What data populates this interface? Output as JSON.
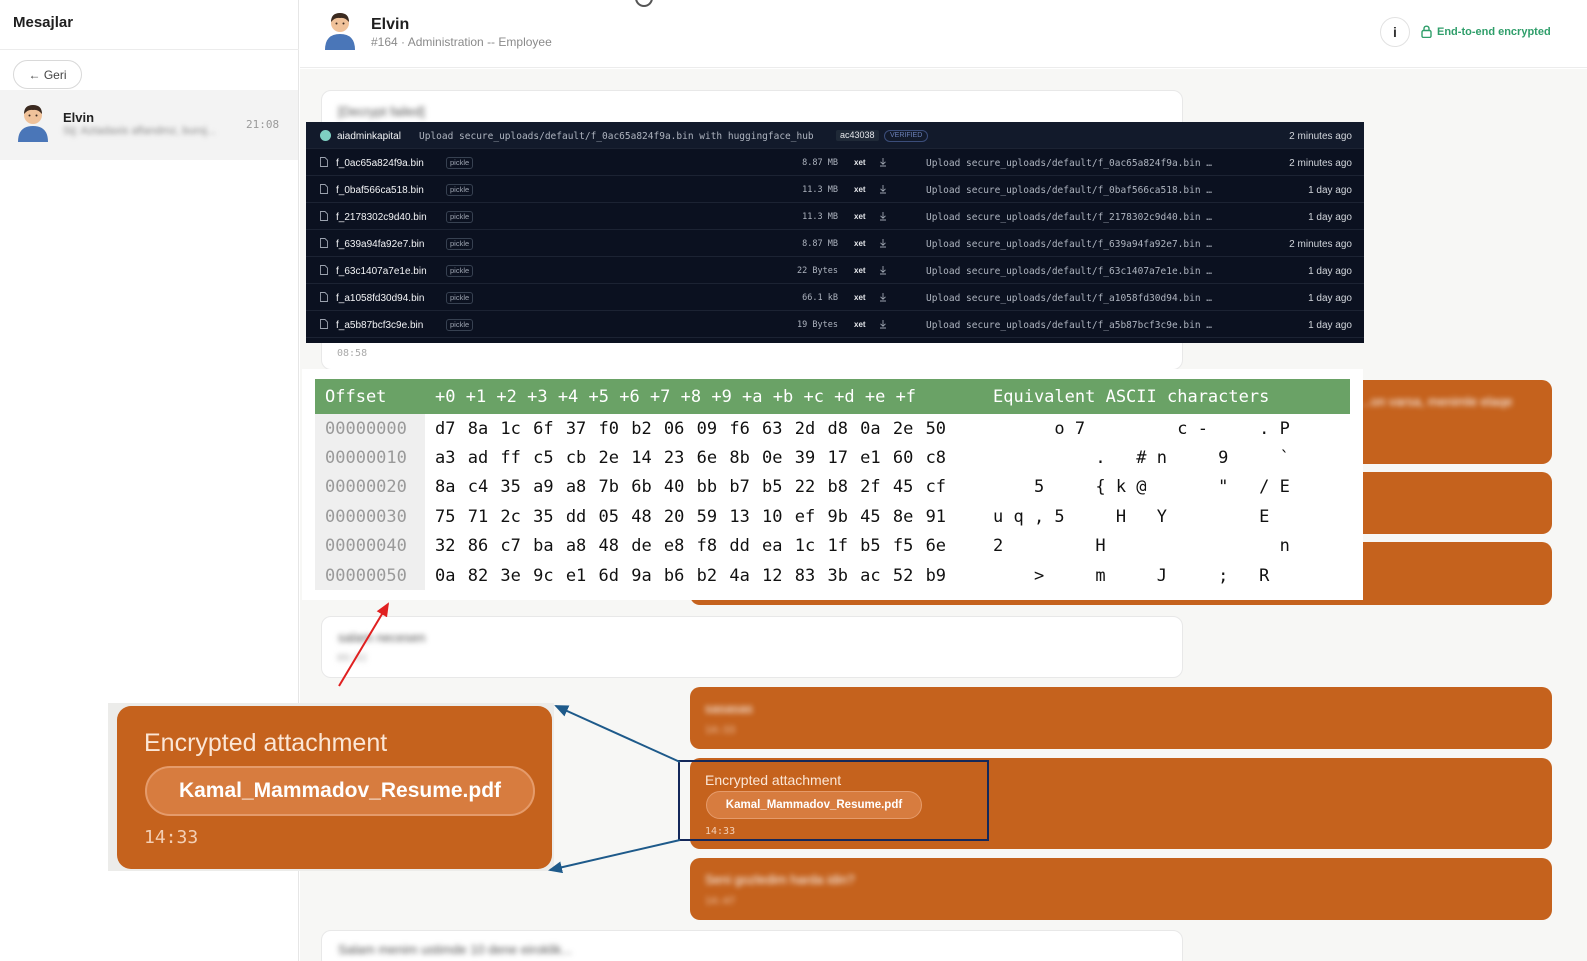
{
  "sidebar": {
    "title": "Mesajlar",
    "back_label": "← Geri",
    "chat": {
      "name": "Elvin",
      "preview": "Sij: Aztadaxis aflandmz, buroj...",
      "time": "21:08"
    }
  },
  "header": {
    "name": "Elvin",
    "subtitle": "#164 · Administration -- Employee",
    "info_label": "i",
    "encryption_label": "End-to-end encrypted"
  },
  "messages": {
    "m1_text": "[Decrypt failed]",
    "m1_time": "08:58",
    "m2_text": "salam necesen",
    "m2_time": "09:02",
    "r1_text": "...on varsa, menimle elaqe",
    "r4_text": "sasasas",
    "r4_time": "14:33",
    "attachment_title": "Encrypted attachment",
    "attachment_file": "Kamal_Mammadov_Resume.pdf",
    "attachment_time": "14:33",
    "r6_text": "Seni gozledim harda idin?",
    "r6_time": "14:47",
    "m3_text": "Salam menim ustimde 10 dene eiroklik..."
  },
  "hf_commits": {
    "author": "aiadminkapital",
    "head_message": "Upload secure_uploads/default/f_0ac65a824f9a.bin with huggingface_hub",
    "commit_hash": "ac43038",
    "verified_label": "VERIFIED",
    "head_time": "2 minutes ago",
    "tag_label": "pickle",
    "xet_label": "xet",
    "files": [
      {
        "name": "f_0ac65a824f9a.bin",
        "size": "8.87 MB",
        "message": "Upload secure_uploads/default/f_0ac65a824f9a.bin …",
        "time": "2 minutes ago"
      },
      {
        "name": "f_0baf566ca518.bin",
        "size": "11.3 MB",
        "message": "Upload secure_uploads/default/f_0baf566ca518.bin …",
        "time": "1 day ago"
      },
      {
        "name": "f_2178302c9d40.bin",
        "size": "11.3 MB",
        "message": "Upload secure_uploads/default/f_2178302c9d40.bin …",
        "time": "1 day ago"
      },
      {
        "name": "f_639a94fa92e7.bin",
        "size": "8.87 MB",
        "message": "Upload secure_uploads/default/f_639a94fa92e7.bin …",
        "time": "2 minutes ago"
      },
      {
        "name": "f_63c1407a7e1e.bin",
        "size": "22 Bytes",
        "message": "Upload secure_uploads/default/f_63c1407a7e1e.bin …",
        "time": "1 day ago"
      },
      {
        "name": "f_a1058fd30d94.bin",
        "size": "66.1 kB",
        "message": "Upload secure_uploads/default/f_a1058fd30d94.bin …",
        "time": "1 day ago"
      },
      {
        "name": "f_a5b87bcf3c9e.bin",
        "size": "19 Bytes",
        "message": "Upload secure_uploads/default/f_a5b87bcf3c9e.bin …",
        "time": "1 day ago"
      }
    ]
  },
  "hex_dump": {
    "headers": [
      "Offset",
      "+0 +1 +2 +3 +4 +5 +6 +7 +8 +9 +a +b +c +d +e +f",
      "Equivalent ASCII characters"
    ],
    "rows": [
      {
        "offset": "00000000",
        "bytes": "d7 8a 1c 6f 37 f0 b2 06 09 f6 63 2d d8 0a 2e 50",
        "ascii": "      o 7         c -     . P"
      },
      {
        "offset": "00000010",
        "bytes": "a3 ad ff c5 cb 2e 14 23 6e 8b 0e 39 17 e1 60 c8",
        "ascii": "          .   # n     9     `"
      },
      {
        "offset": "00000020",
        "bytes": "8a c4 35 a9 a8 7b 6b 40 bb b7 b5 22 b8 2f 45 cf",
        "ascii": "    5     { k @       \"   / E"
      },
      {
        "offset": "00000030",
        "bytes": "75 71 2c 35 dd 05 48 20 59 13 10 ef 9b 45 8e 91",
        "ascii": "u q , 5     H   Y         E"
      },
      {
        "offset": "00000040",
        "bytes": "32 86 c7 ba a8 48 de e8 f8 dd ea 1c 1f b5 f5 6e",
        "ascii": "2         H                 n"
      },
      {
        "offset": "00000050",
        "bytes": "0a 82 3e 9c e1 6d 9a b6 b2 4a 12 83 3b ac 52 b9",
        "ascii": "    >     m     J     ;   R"
      }
    ]
  },
  "zoom": {
    "title": "Encrypted attachment",
    "file": "Kamal_Mammadov_Resume.pdf",
    "time": "14:33"
  },
  "colors": {
    "outgoing_bubble": "#c5621d",
    "hex_header": "#6aa266",
    "hf_panel": "#0b1120",
    "encryption_green": "#2f9e6a",
    "annotation_red": "#e02020",
    "annotation_blue": "#1e5a8a",
    "highlight_box": "#14285a"
  },
  "icons": [
    "avatar-icon",
    "lock-icon",
    "info-icon",
    "file-icon",
    "download-icon",
    "spinner-icon"
  ]
}
